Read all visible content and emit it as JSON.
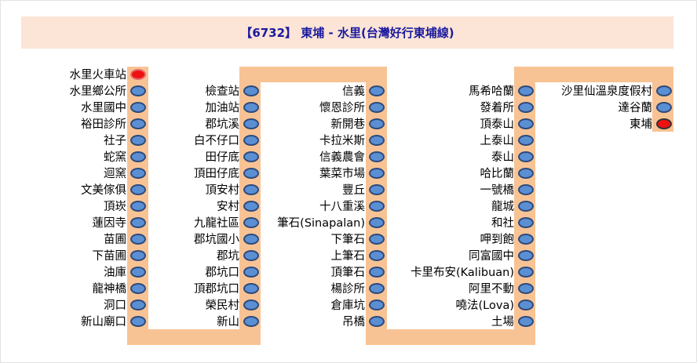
{
  "route_title": "【6732】 東埔 - 水里(台灣好行東埔線)",
  "columns": [
    {
      "stops": [
        {
          "name": "水里火車站",
          "terminal": true
        },
        {
          "name": "水里鄉公所"
        },
        {
          "name": "水里國中"
        },
        {
          "name": "裕田診所"
        },
        {
          "name": "社子"
        },
        {
          "name": "蛇窯"
        },
        {
          "name": "迴窯"
        },
        {
          "name": "文美傢俱"
        },
        {
          "name": "頂崁"
        },
        {
          "name": "蓮因寺"
        },
        {
          "name": "苗圃"
        },
        {
          "name": "下苗圃"
        },
        {
          "name": "油庫"
        },
        {
          "name": "龍神橋"
        },
        {
          "name": "洞口"
        },
        {
          "name": "新山廟口"
        }
      ]
    },
    {
      "stops": [
        {
          "name": "檢查站"
        },
        {
          "name": "加油站"
        },
        {
          "name": "郡坑溪"
        },
        {
          "name": "白不仔口"
        },
        {
          "name": "田仔底"
        },
        {
          "name": "頂田仔底"
        },
        {
          "name": "頂安村"
        },
        {
          "name": "安村"
        },
        {
          "name": "九龍社區"
        },
        {
          "name": "郡坑國小"
        },
        {
          "name": "郡坑"
        },
        {
          "name": "郡坑口"
        },
        {
          "name": "頂郡坑口"
        },
        {
          "name": "榮民村"
        },
        {
          "name": "新山"
        }
      ]
    },
    {
      "stops": [
        {
          "name": "信義"
        },
        {
          "name": "懷恩診所"
        },
        {
          "name": "新開巷"
        },
        {
          "name": "卡拉米斯"
        },
        {
          "name": "信義農會"
        },
        {
          "name": "葉菜市場"
        },
        {
          "name": "豐丘"
        },
        {
          "name": "十八重溪"
        },
        {
          "name": "筆石(Sinapalan)"
        },
        {
          "name": "下筆石"
        },
        {
          "name": "上筆石"
        },
        {
          "name": "頂筆石"
        },
        {
          "name": "楊診所"
        },
        {
          "name": "倉庫坑"
        },
        {
          "name": "吊橋"
        }
      ]
    },
    {
      "stops": [
        {
          "name": "馬希哈蘭"
        },
        {
          "name": "發着所"
        },
        {
          "name": "頂泰山"
        },
        {
          "name": "上泰山"
        },
        {
          "name": "泰山"
        },
        {
          "name": "哈比蘭"
        },
        {
          "name": "一號橋"
        },
        {
          "name": "龍城"
        },
        {
          "name": "和社"
        },
        {
          "name": "呷到飽"
        },
        {
          "name": "同富國中"
        },
        {
          "name": "卡里布安(Kalibuan)"
        },
        {
          "name": "阿里不動"
        },
        {
          "name": "嘵法(Lova)"
        },
        {
          "name": "土場"
        }
      ]
    },
    {
      "stops": [
        {
          "name": "沙里仙溫泉度假村"
        },
        {
          "name": "達谷蘭"
        },
        {
          "name": "東埔",
          "terminal": true
        }
      ]
    }
  ]
}
